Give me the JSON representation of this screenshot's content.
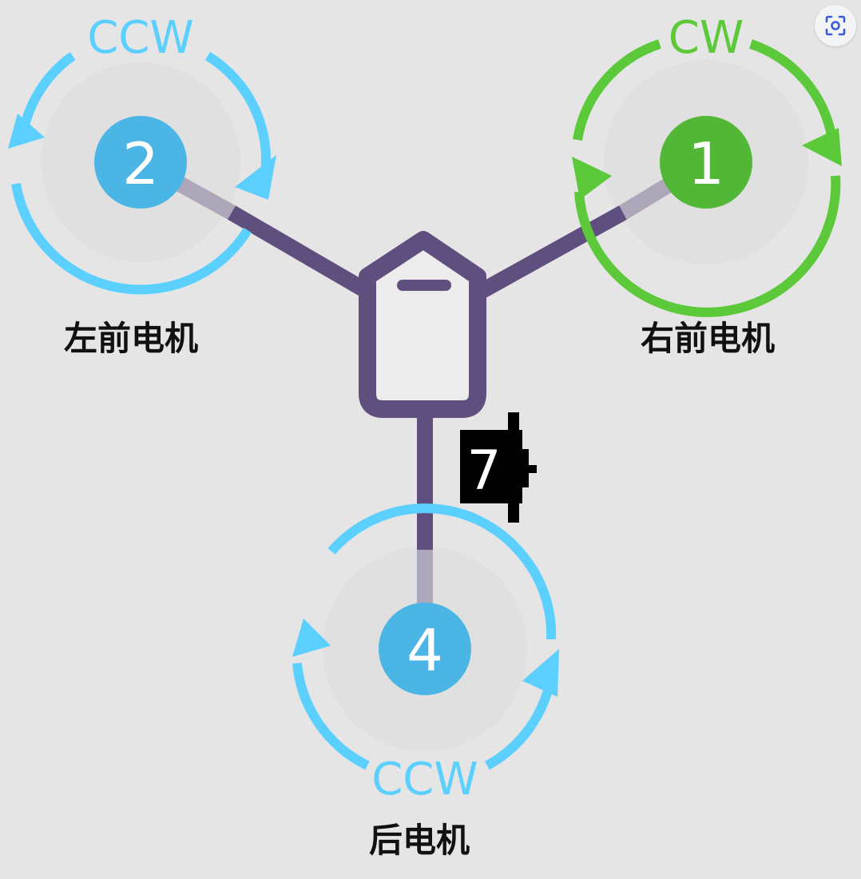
{
  "motors": [
    {
      "id": "motor-2",
      "number": "2",
      "direction": "CCW",
      "label": "左前电机",
      "color": "#5bd0ff",
      "hub_color": "#4bb6e6"
    },
    {
      "id": "motor-1",
      "number": "1",
      "direction": "CW",
      "label": "右前电机",
      "color": "#5cc93a",
      "hub_color": "#52b736"
    },
    {
      "id": "motor-4",
      "number": "4",
      "direction": "CCW",
      "label": "后电机",
      "color": "#5bd0ff",
      "hub_color": "#4bb6e6"
    }
  ],
  "servo": {
    "number": "7"
  },
  "colors": {
    "frame": "#5f4f7e",
    "arm_tip": "#aea7ba",
    "body_fill": "#ececed",
    "background": "#e5e5e6",
    "disc": "#e0e0e1"
  },
  "toolbar": {
    "scan_icon": "scan-icon"
  }
}
